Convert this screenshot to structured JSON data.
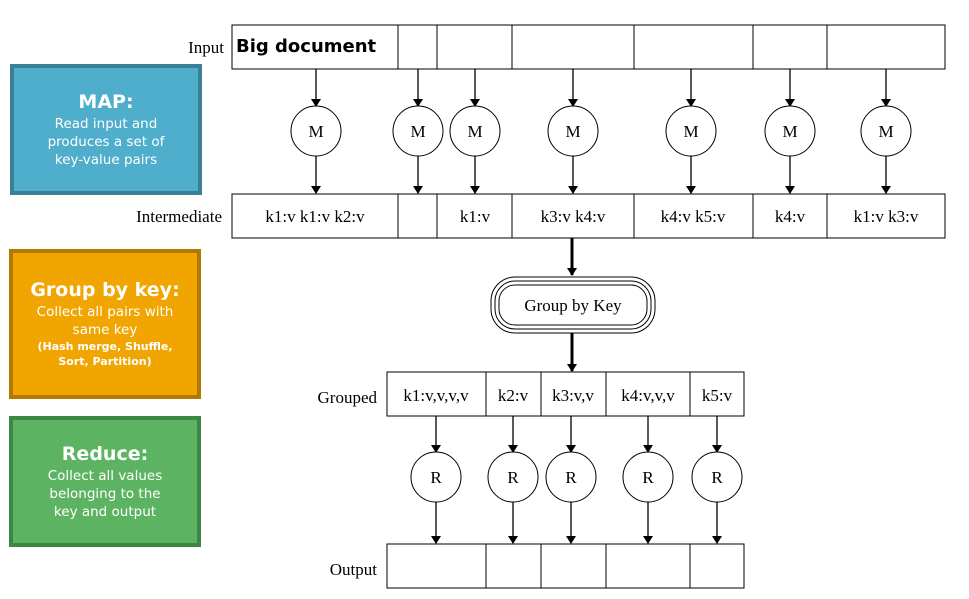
{
  "side": {
    "map": {
      "title": "MAP:",
      "lines": [
        "Read input and",
        "produces a set of",
        "key-value pairs"
      ]
    },
    "group": {
      "title": "Group by key:",
      "lines": [
        "Collect all pairs with",
        "same key"
      ],
      "note": [
        "(Hash merge, Shuffle,",
        "Sort, Partition)"
      ]
    },
    "reduce": {
      "title": "Reduce:",
      "lines": [
        "Collect all values",
        "belonging to the",
        "key and output"
      ]
    }
  },
  "rows": {
    "input": {
      "label": "Input",
      "cells": [
        "Big document",
        "",
        "",
        "",
        "",
        "",
        ""
      ]
    },
    "intermediate": {
      "label": "Intermediate",
      "cells": [
        "k1:v k1:v k2:v",
        "",
        "k1:v",
        "k3:v k4:v",
        "k4:v k5:v",
        "k4:v",
        "k1:v k3:v"
      ]
    },
    "grouped": {
      "label": "Grouped",
      "cells": [
        "k1:v,v,v,v",
        "k2:v",
        "k3:v,v",
        "k4:v,v,v",
        "k5:v"
      ]
    },
    "output": {
      "label": "Output",
      "cells": [
        "",
        "",
        "",
        "",
        ""
      ]
    }
  },
  "nodes": {
    "map": "M",
    "reduce": "R",
    "group": "Group by Key"
  },
  "colors": {
    "map": "#4eaecb",
    "group": "#f0a500",
    "reduce": "#5cb462"
  }
}
